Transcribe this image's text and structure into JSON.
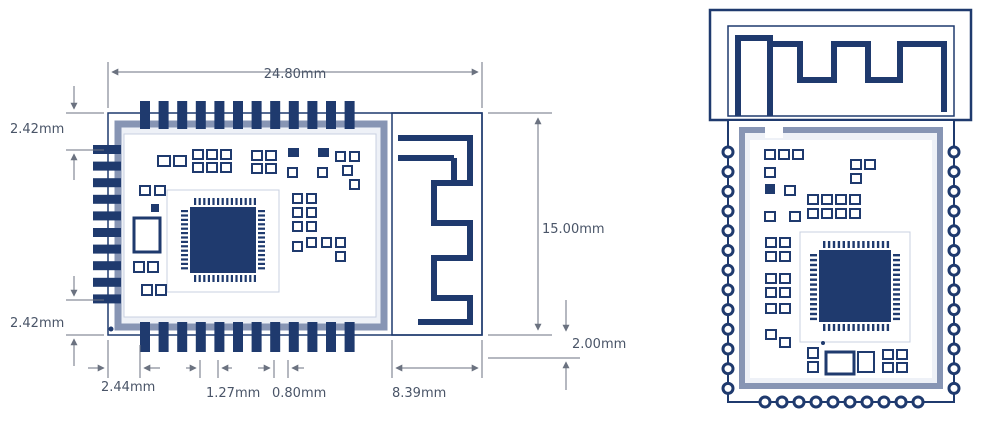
{
  "colors": {
    "navy": "#1f3a6e",
    "light_navy": "#9aa9c7",
    "panel": "#eef1f7",
    "dim_line": "#6b7280",
    "dim_text": "#4a5568"
  },
  "dimensions": {
    "overall_width": "24.80mm",
    "overall_height": "15.00mm",
    "left_edge_top": "2.42mm",
    "left_edge_bottom": "2.42mm",
    "first_pad_offset": "2.44mm",
    "pad_pitch": "1.27mm",
    "pad_width": "0.80mm",
    "antenna_length": "8.39mm",
    "bottom_gap": "2.00mm"
  }
}
